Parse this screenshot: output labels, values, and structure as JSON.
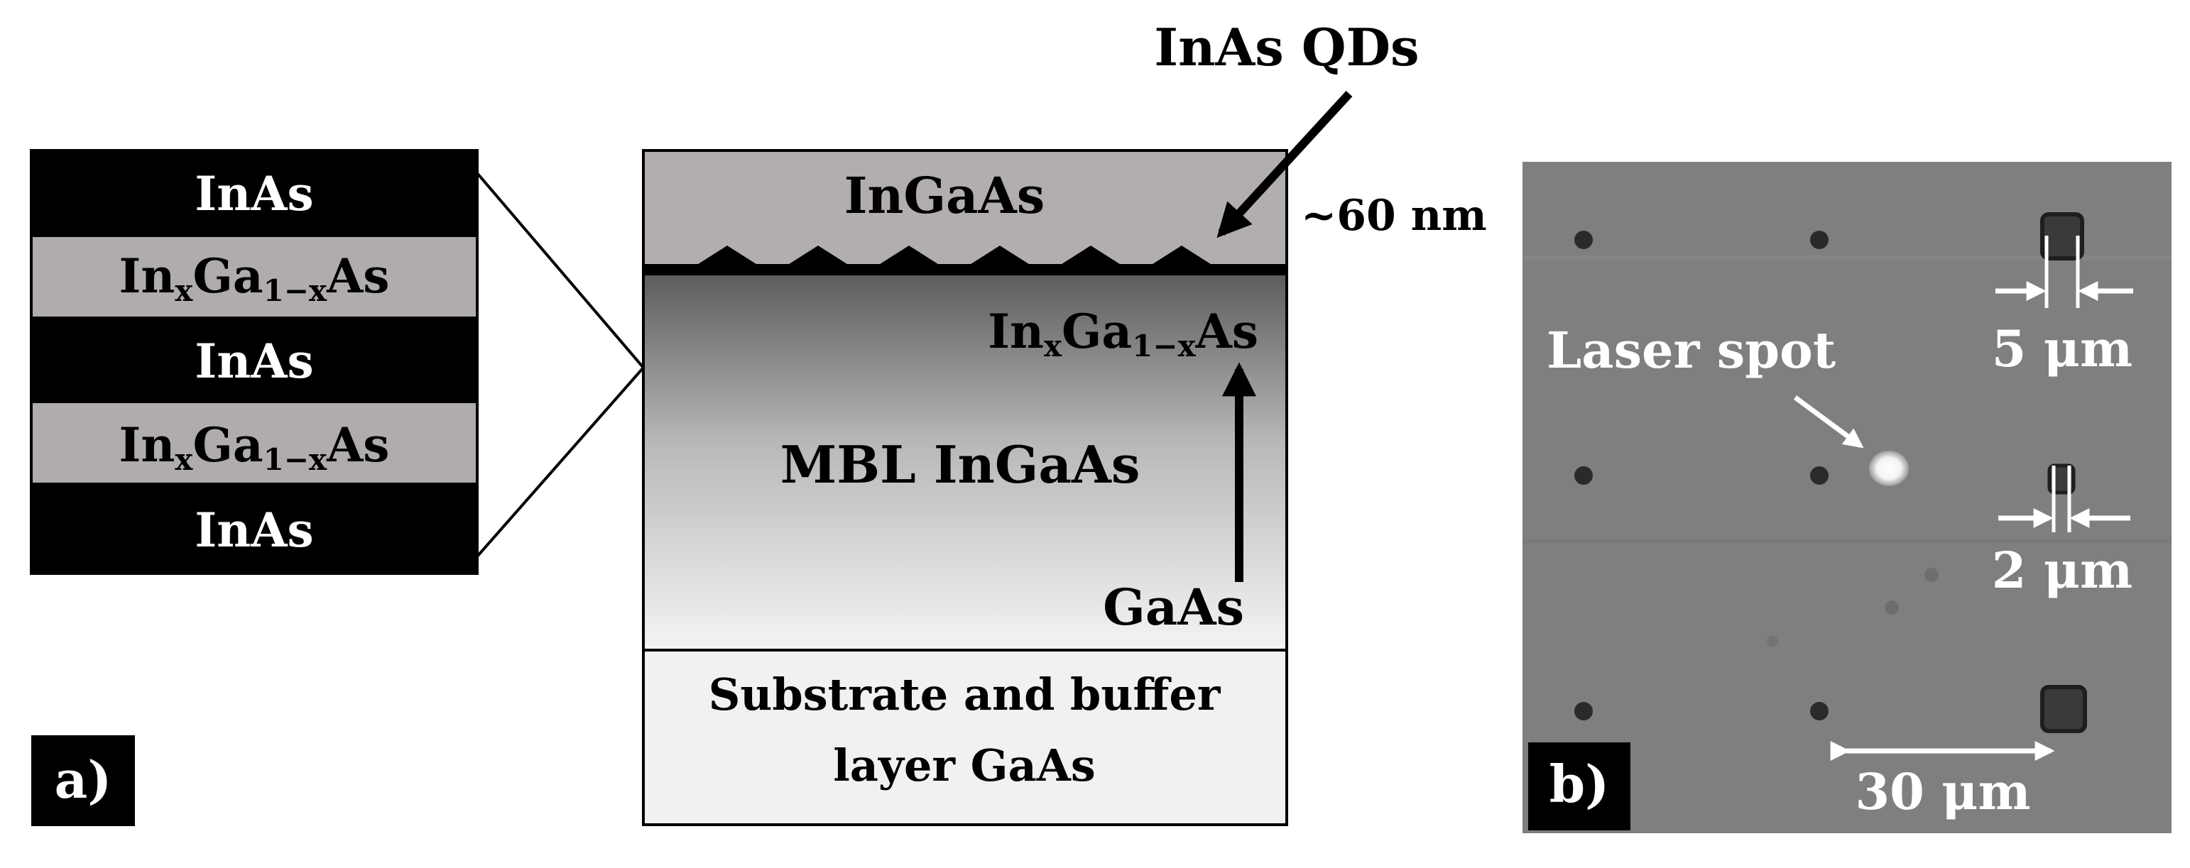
{
  "panel_a": {
    "label": "a)",
    "stack": [
      {
        "kind": "binary",
        "text": "InAs"
      },
      {
        "kind": "ternary",
        "base1": "In",
        "sub1": "x",
        "base2": "Ga",
        "sub2": "1−x",
        "base3": "As"
      },
      {
        "kind": "binary",
        "text": "InAs"
      },
      {
        "kind": "ternary",
        "base1": "In",
        "sub1": "x",
        "base2": "Ga",
        "sub2": "1−x",
        "base3": "As"
      },
      {
        "kind": "binary",
        "text": "InAs"
      }
    ],
    "structure": {
      "cap_layer": "InGaAs",
      "qd_label": "InAs QDs",
      "thickness_label": "~60 nm",
      "graded_top": {
        "base1": "In",
        "sub1": "x",
        "base2": "Ga",
        "sub2": "1−x",
        "base3": "As"
      },
      "mbl_label": "MBL InGaAs",
      "graded_bottom": "GaAs",
      "substrate_line1": "Substrate and buffer",
      "substrate_line2": "layer GaAs"
    },
    "colors": {
      "dark_layer": "#000000",
      "light_layer": "#b0acac",
      "cap": "#b3aeae",
      "substrate": "#f1f1f1"
    }
  },
  "panel_b": {
    "label": "b)",
    "laser_label": "Laser spot",
    "scale_large": "5 μm",
    "scale_small": "2 μm",
    "spacing": "30 μm",
    "colors": {
      "background": "#7f7f7f"
    }
  }
}
